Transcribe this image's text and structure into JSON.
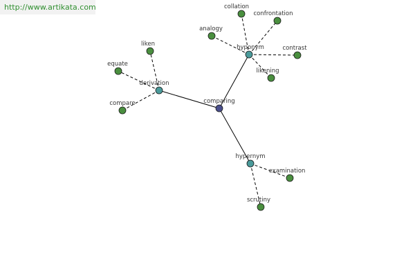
{
  "header": {
    "url": "http://www.artikata.com"
  },
  "colors": {
    "root": "#4a4f8c",
    "category": "#4a9a9a",
    "leaf": "#4a8f3f"
  },
  "graph": {
    "root": "comparing",
    "categories": [
      {
        "key": "derivation",
        "label": "derivation",
        "leaves": [
          {
            "key": "liken",
            "label": "liken"
          },
          {
            "key": "equate",
            "label": "equate"
          },
          {
            "key": "compare",
            "label": "compare"
          }
        ]
      },
      {
        "key": "hyponym",
        "label": "hyponym",
        "leaves": [
          {
            "key": "collation",
            "label": "collation"
          },
          {
            "key": "confrontation",
            "label": "confrontation"
          },
          {
            "key": "analogy",
            "label": "analogy"
          },
          {
            "key": "contrast",
            "label": "contrast"
          },
          {
            "key": "likening",
            "label": "likening"
          }
        ]
      },
      {
        "key": "hypernym",
        "label": "hypernym",
        "leaves": [
          {
            "key": "examination",
            "label": "examination"
          },
          {
            "key": "scrutiny",
            "label": "scrutiny"
          }
        ]
      }
    ]
  }
}
